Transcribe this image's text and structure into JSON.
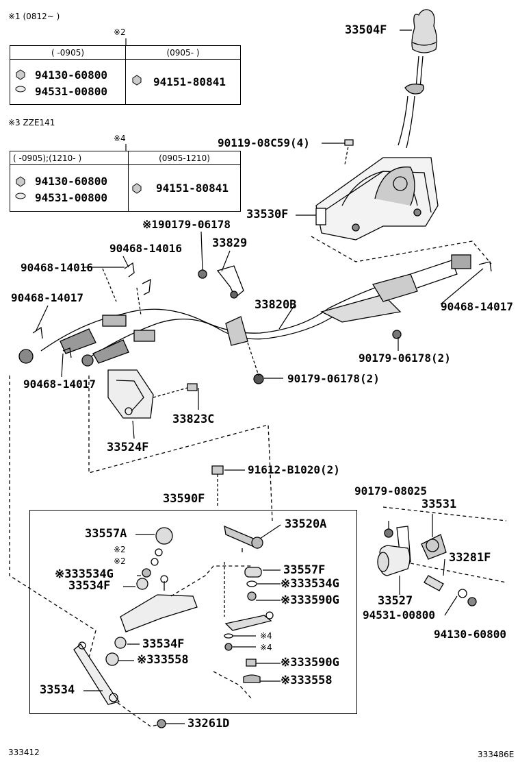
{
  "notes": {
    "n1": "※1 (0812~     )",
    "n2_marker": "※2",
    "n3": "※3 ZZE141",
    "n4_marker": "※4"
  },
  "table1": {
    "col_a": "(      -0905)",
    "col_b": "(0905-      )",
    "a_parts": [
      "94130-60800",
      "94531-00800"
    ],
    "b_parts": [
      "94151-80841"
    ]
  },
  "table2": {
    "col_a": "(     -0905);(1210-      )",
    "col_b": "(0905-1210)",
    "a_parts": [
      "94130-60800",
      "94531-00800"
    ],
    "b_parts": [
      "94151-80841"
    ]
  },
  "parts": {
    "p33504F": "33504F",
    "p90119": "90119-08C59(4)",
    "p33530F": "33530F",
    "p190179": "※190179-06178",
    "p33829": "33829",
    "p90468_14016_a": "90468-14016",
    "p90468_14016_b": "90468-14016",
    "p90468_14017_a": "90468-14017",
    "p33820B": "33820B",
    "p90468_14017_r": "90468-14017",
    "p90179_06178_a": "90179-06178(2)",
    "p90468_14017_b": "90468-14017",
    "p90179_06178_b": "90179-06178(2)",
    "p33823C": "33823C",
    "p33524F": "33524F",
    "p91612": "91612-B1020(2)",
    "p33590F": "33590F",
    "p90179_08025": "90179-08025",
    "p33531": "33531",
    "p33557A": "33557A",
    "m2a": "※2",
    "m2b": "※2",
    "p33534G_l": "※333534G",
    "p33534F_a": "33534F",
    "p33520A": "33520A",
    "p33557F": "33557F",
    "p33534G_r": "※333534G",
    "p33590G_a": "※333590G",
    "p33281F": "33281F",
    "p33527": "33527",
    "p94531": "94531-00800",
    "p94130": "94130-60800",
    "m4a": "※4",
    "m4b": "※4",
    "p33534F_b": "33534F",
    "p33558_l": "※333558",
    "p33590G_b": "※333590G",
    "p33534": "33534",
    "p33558_r": "※333558",
    "p33261D": "33261D"
  },
  "footer": {
    "left_code": "333412",
    "right_code": "333486E"
  }
}
